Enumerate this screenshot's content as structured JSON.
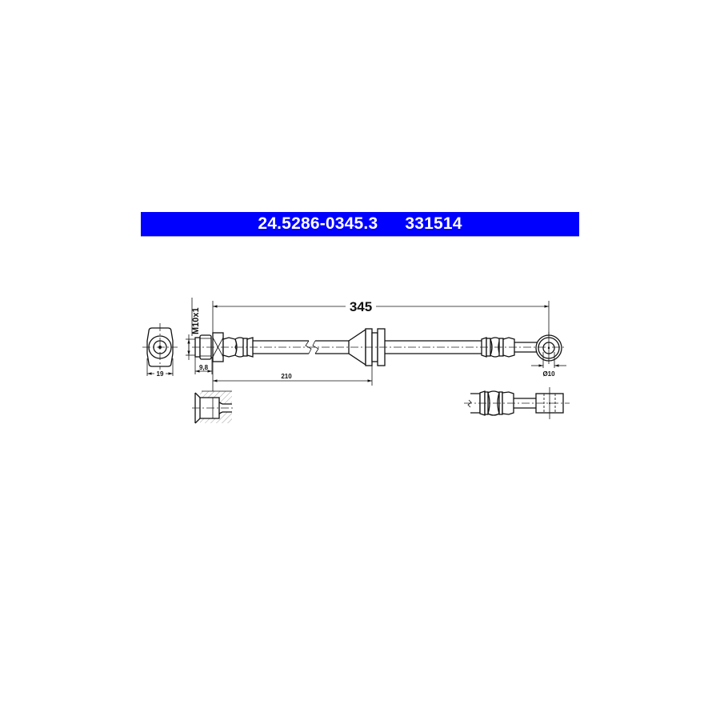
{
  "header": {
    "part_number": "24.5286-0345.3",
    "alt_number": "331514",
    "background_color": "#0000ff",
    "text_color": "#ffffff"
  },
  "drawing": {
    "type": "brake hose technical drawing",
    "dimensions": {
      "overall_length": "345",
      "partial_length": "210",
      "thread": "M10x1",
      "thread_length": "9,8",
      "fitting_width": "19",
      "eye_diameter": "Ø10"
    },
    "views": [
      "end-view-hex-fitting",
      "side-view-hose-assembly",
      "thread-section-detail",
      "banjo-eye-top-view"
    ]
  }
}
